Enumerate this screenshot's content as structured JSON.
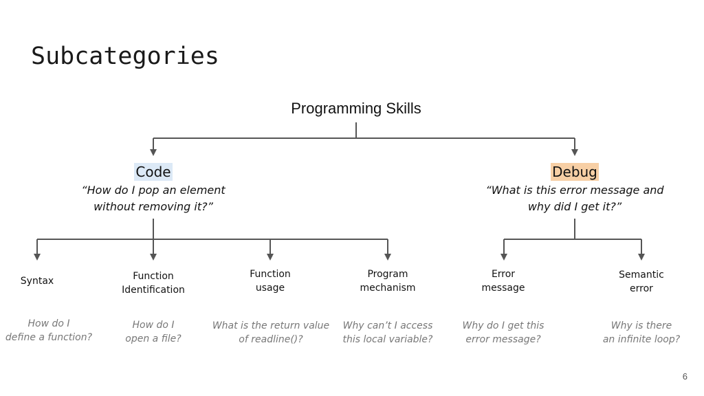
{
  "slide": {
    "title": "Subcategories",
    "page_number": "6"
  },
  "tree": {
    "root": "Programming Skills",
    "code": {
      "label": "Code",
      "highlight": "#dce9f6",
      "question_line1": "“How do I pop an element",
      "question_line2": "without removing it?”",
      "children": [
        {
          "label_line1": "Syntax",
          "label_line2": "",
          "question_line1": "How do I",
          "question_line2": "define a function?"
        },
        {
          "label_line1": "Function",
          "label_line2": "Identification",
          "question_line1": "How do I",
          "question_line2": "open a file?"
        },
        {
          "label_line1": "Function",
          "label_line2": "usage",
          "question_line1": "What is the return value",
          "question_line2": "of readline()?"
        },
        {
          "label_line1": "Program",
          "label_line2": "mechanism",
          "question_line1": "Why can’t I access",
          "question_line2": "this local variable?"
        }
      ]
    },
    "debug": {
      "label": "Debug",
      "highlight": "#f7cfa5",
      "question_line1": "“What is this error message and",
      "question_line2": "why did I get it?”",
      "children": [
        {
          "label_line1": "Error",
          "label_line2": "message",
          "question_line1": "Why do I get this",
          "question_line2": "error message?"
        },
        {
          "label_line1": "Semantic",
          "label_line2": "error",
          "question_line1": "Why is there",
          "question_line2": "an infinite loop?"
        }
      ]
    }
  }
}
